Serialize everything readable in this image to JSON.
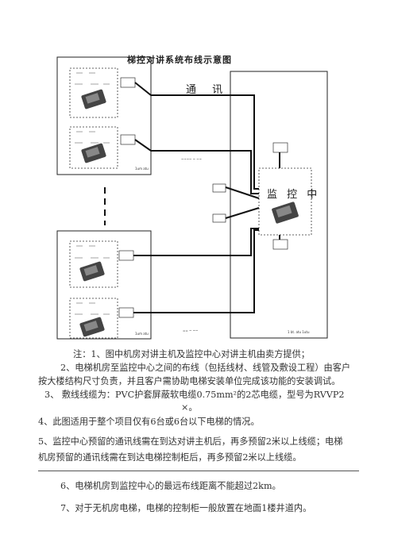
{
  "diagram": {
    "title": "梯控对讲系统布线示意图",
    "comm_label": "通  讯",
    "monitor_label": "监 控 中",
    "left_bottom_label": "1um   atu",
    "bottom_label": "1um   atu",
    "mid_small_text": "~~~~  ~  ~~",
    "right_bottom_label": "1   bt.  atu   1utu",
    "bottom_center_label": "==  ~  ~~"
  },
  "notes": {
    "n1": "注：1、图中机房对讲主机及监控中心对讲主机由卖方提供；",
    "n2a": "2、电梯机房至监控中心之间的布线（包括线材、线管及敷设工程）由客户",
    "n2b": "按大楼结构尺寸负责，并且客户需协助电梯安装单位完成该功能的安装调试。",
    "n3a": "3、     敷线线缆为：PVC护套屏蔽软电缆0.75mm²的2芯电缆，型号为RVVP2",
    "n3b": "×。",
    "n4": "4、此图适用于整个项目仅有6台或6台以下电梯的情况。",
    "n5a": "5、监控中心预留的通讯线需在到达对讲主机后，再多预留2米以上线缆；电梯",
    "n5b": "机房预留的通讯线需在到达电梯控制柜后，再多预留2米以上线缆。",
    "n6": "6、电梯机房到监控中心的最远布线距离不能超过2km。",
    "n7": "7、对于无机房电梯，电梯的控制柜一般放置在地面1楼井道内。"
  }
}
